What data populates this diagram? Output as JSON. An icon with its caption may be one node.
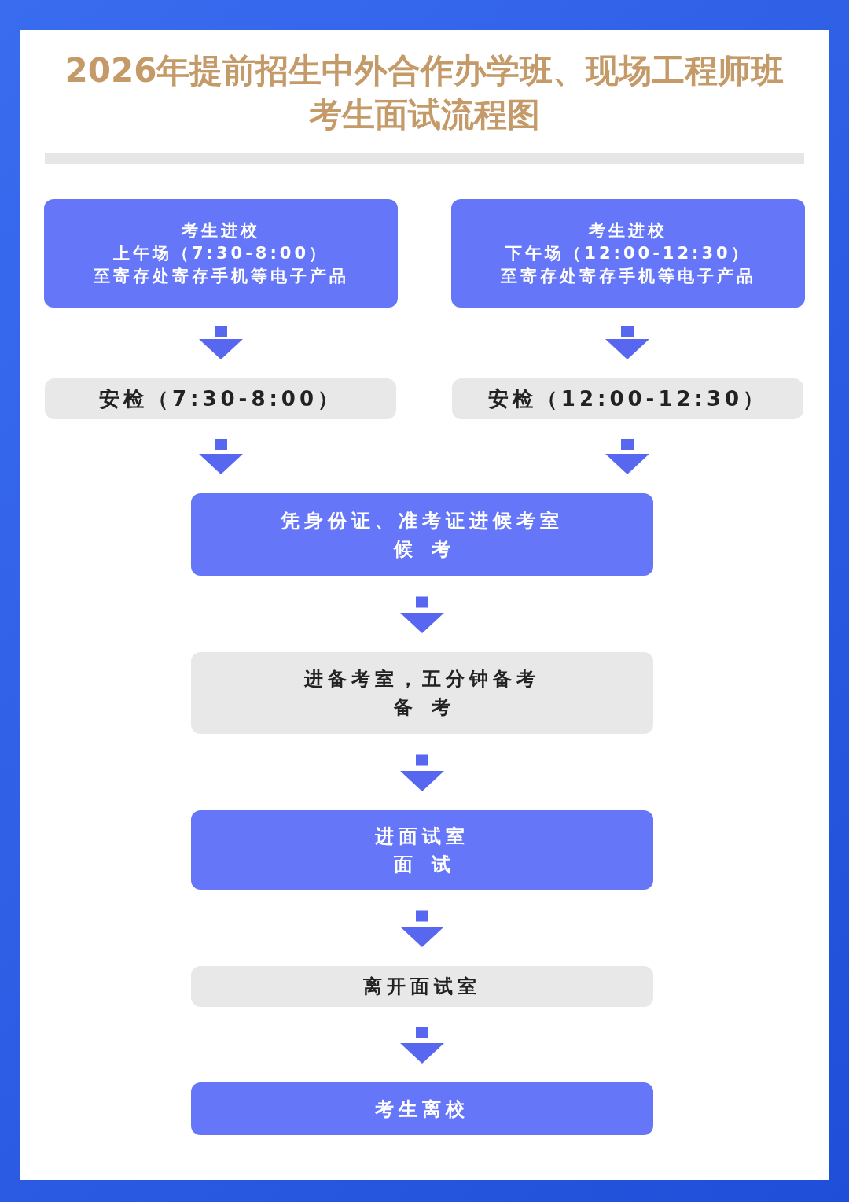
{
  "diagram": {
    "title": "2026年提前招生中外合作办学班、现场工程师班考生面试流程图",
    "nodes": [
      {
        "text": [
          "考生进校",
          "上午场（7:30-8:00）",
          "至寄存处寄存手机等电子产品"
        ]
      },
      {
        "text": [
          "考生进校",
          "下午场（12:00-12:30）",
          "至寄存处寄存手机等电子产品"
        ]
      },
      {
        "text": [
          "安检（7:30-8:00）"
        ]
      },
      {
        "text": [
          "安检（12:00-12:30）"
        ]
      },
      {
        "text": [
          "凭身份证、准考证进候考室",
          "候考"
        ]
      },
      {
        "text": [
          "进备考室，五分钟备考",
          "备考"
        ]
      },
      {
        "text": [
          "进面试室",
          "面试"
        ]
      },
      {
        "text": [
          "离开面试室"
        ]
      },
      {
        "text": [
          "考生离校"
        ]
      }
    ],
    "edges": [
      {
        "from": 0,
        "to": 2,
        "arrow": "to"
      },
      {
        "from": 1,
        "to": 3,
        "arrow": "to"
      },
      {
        "from": 2,
        "to": 4,
        "arrow": "to"
      },
      {
        "from": 3,
        "to": 4,
        "arrow": "to"
      },
      {
        "from": 4,
        "to": 5,
        "arrow": "to"
      },
      {
        "from": 5,
        "to": 6,
        "arrow": "to"
      },
      {
        "from": 6,
        "to": 7,
        "arrow": "to"
      },
      {
        "from": 7,
        "to": 8,
        "arrow": "to"
      }
    ]
  }
}
